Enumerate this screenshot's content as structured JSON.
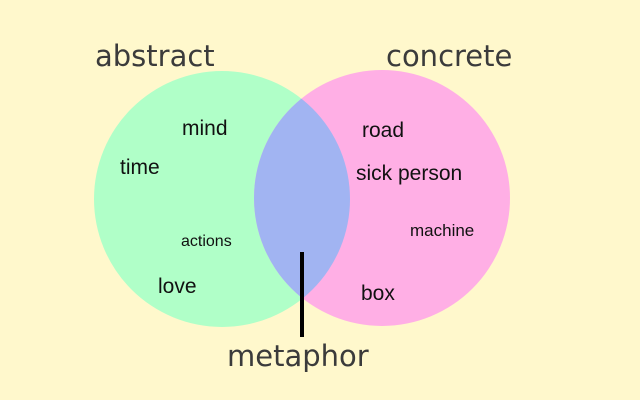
{
  "diagram": {
    "type": "venn",
    "left_set": {
      "label": "abstract",
      "color": "#b0ffc8",
      "items": [
        "mind",
        "time",
        "actions",
        "love"
      ]
    },
    "right_set": {
      "label": "concrete",
      "color": "#ffafe5",
      "items": [
        "road",
        "sick person",
        "machine",
        "box"
      ]
    },
    "intersection": {
      "label": "metaphor",
      "color": "#a1b4f2"
    },
    "background_color": "#fff8cc"
  }
}
